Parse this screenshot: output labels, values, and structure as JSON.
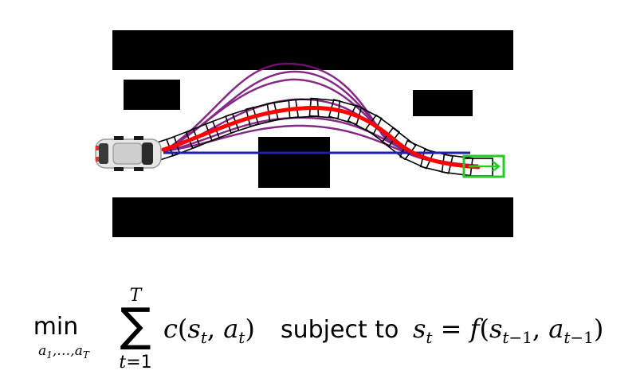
{
  "formula": {
    "operator": "min",
    "operator_subscript": "a1,…,aT",
    "sum_upper": "T",
    "sum_lower": "t=1",
    "cost_term": "c(st, at)",
    "connector": "subject to",
    "constraint": "st = f(st−1, at−1)"
  },
  "scene": {
    "colors": {
      "background": "#ffffff",
      "obstacle": "#000000",
      "nominal_path": "#1f1fb0",
      "optimized_path": "#ff0000",
      "candidate_paths": "#7a127a",
      "goal": "#22cc22",
      "footprint": "#000000",
      "car_body": "#e6e6e6"
    },
    "icons": [
      "car-icon",
      "goal-arrow-icon"
    ]
  }
}
